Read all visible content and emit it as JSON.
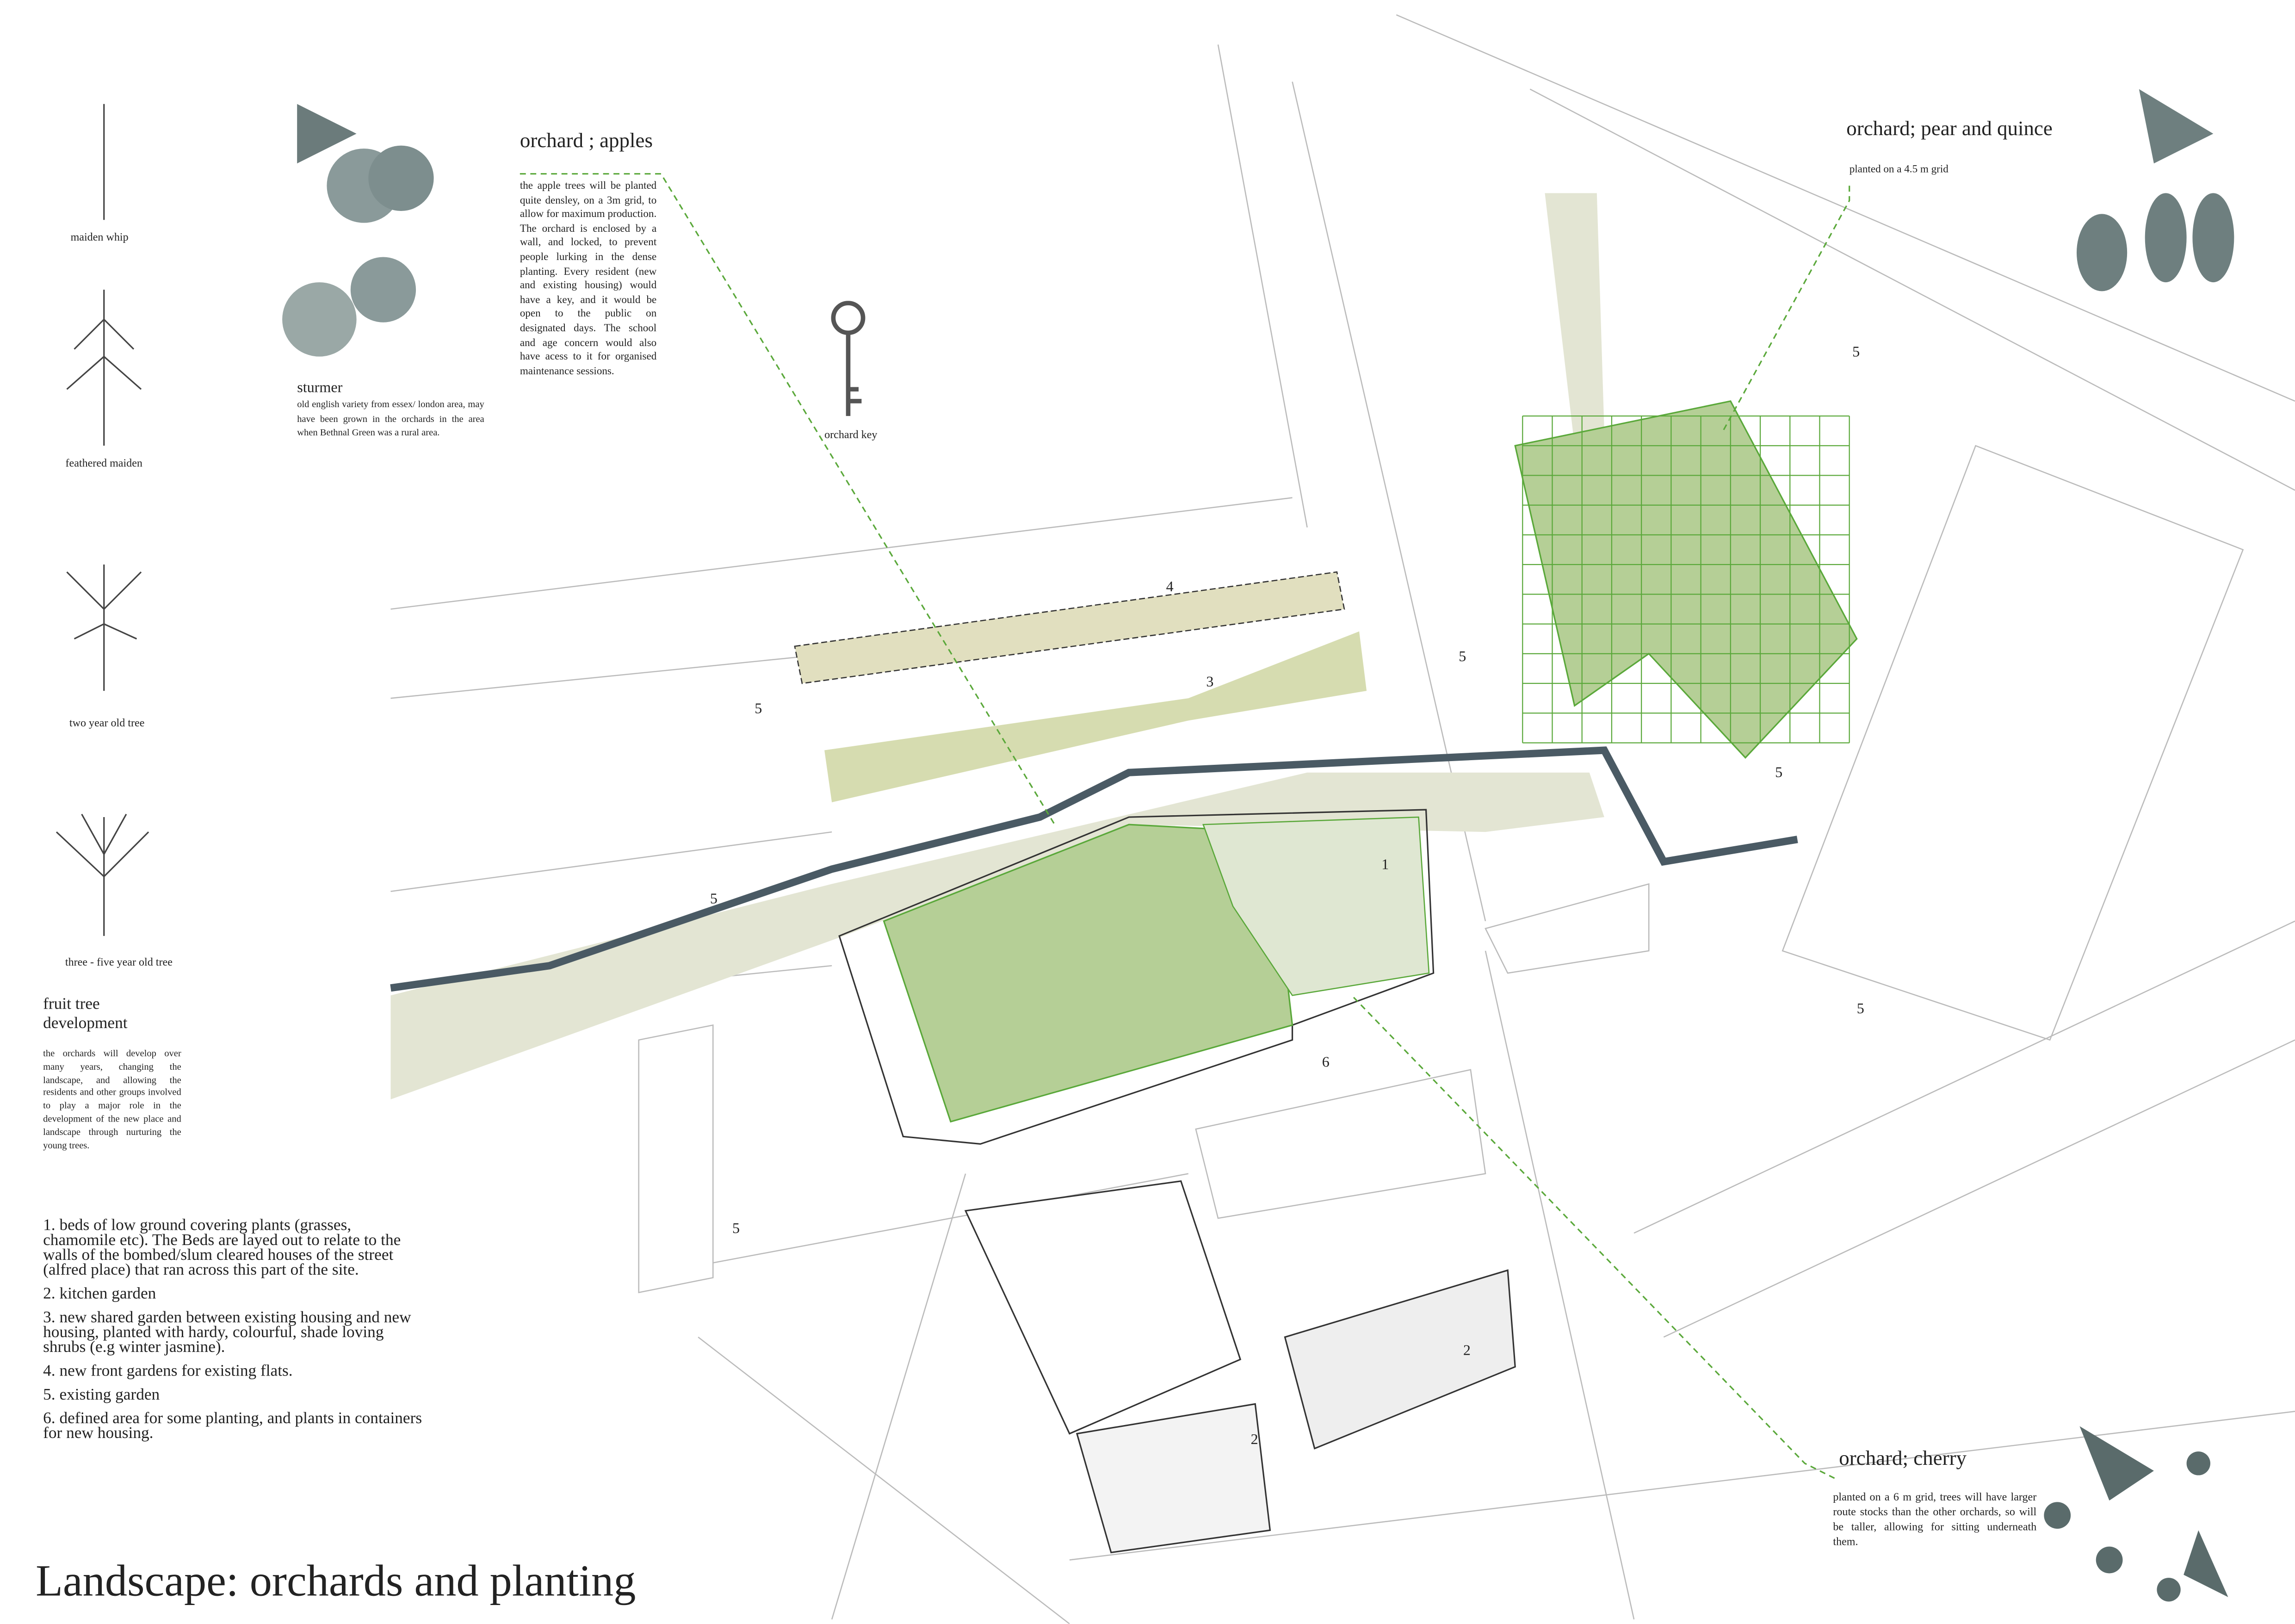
{
  "title": "Landscape: orchards and planting",
  "tree_stages": [
    {
      "label": "maiden whip",
      "icon": "maiden-whip-tree-icon"
    },
    {
      "label": "feathered maiden",
      "icon": "feathered-maiden-tree-icon"
    },
    {
      "label": "two year old tree",
      "icon": "two-year-tree-icon"
    },
    {
      "label": "three - five year old tree",
      "icon": "mature-tree-icon"
    }
  ],
  "development": {
    "heading": "fruit tree development",
    "text": "the orchards will develop over many years, changing the landscape, and allowing the residents and other groups involved to play a major role in the development of the new place and landscape through nurturing the young trees."
  },
  "sturmer": {
    "heading": "sturmer",
    "text": "old english variety from essex/ london area, may have been grown in the orchards in the area when Bethnal Green was a rural area."
  },
  "apples": {
    "heading": "orchard ; apples",
    "text": "the apple trees will be planted quite densley, on a 3m grid, to allow for maximum production. The orchard is enclosed by a wall, and locked, to prevent people lurking in the dense planting. Every resident (new and existing housing) would have a key, and it would be open to the public on designated days. The school and age concern would also have acess to it for organised maintenance sessions."
  },
  "key_label": "orchard key",
  "pear": {
    "heading": "orchard; pear and quince",
    "text": "planted on a 4.5 m grid"
  },
  "cherry": {
    "heading": "orchard; cherry",
    "text": "planted on a 6 m grid, trees will have larger route stocks than the other orchards, so will be taller, allowing for sitting underneath them."
  },
  "legend": [
    "1. beds of low ground covering plants (grasses, chamomile etc). The Beds are layed out to relate to the walls of the bombed/slum cleared houses of the street (alfred place) that ran across this part of the site.",
    "2. kitchen garden",
    "3. new shared garden between existing housing and new housing, planted with hardy, colourful, shade loving shrubs (e.g winter jasmine).",
    "4. new front gardens for existing flats.",
    "5. existing garden",
    "6. defined area for some planting, and plants in containers for new housing."
  ],
  "map_labels": {
    "one": "1",
    "two": "2",
    "three": "3",
    "four": "4",
    "five": "5",
    "six": "6"
  },
  "colors": {
    "orchard_green": "#b5cf96",
    "grid_green": "#5aa83a",
    "path_beige": "#e3e5d3",
    "wall": "#4a5a64",
    "leader": "#5aa83a"
  }
}
